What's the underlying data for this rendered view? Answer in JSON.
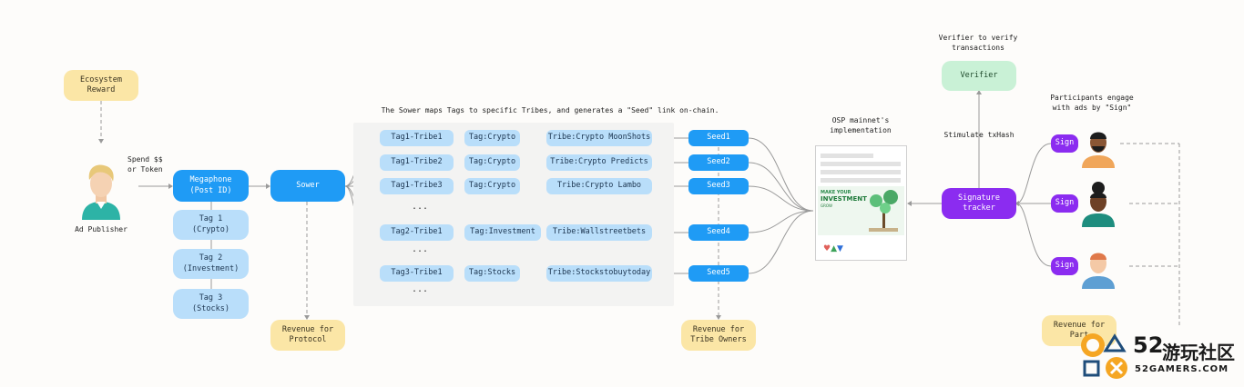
{
  "ecosystem_reward": "Ecosystem\nReward",
  "ad_publisher": "Ad Publisher",
  "spend_label": "Spend $$\nor Token",
  "megaphone": "Megaphone\n(Post ID)",
  "tags": [
    "Tag 1\n(Crypto)",
    "Tag 2\n(Investment)",
    "Tag 3\n(Stocks)"
  ],
  "sower": "Sower",
  "revenue_protocol": "Revenue for\nProtocol",
  "sower_caption": "The Sower maps Tags to specific Tribes, and generates a \"Seed\" link on-chain.",
  "mappings": [
    {
      "tribe_tag": "Tag1-Tribe1",
      "tag": "Tag:Crypto",
      "tribe": "Tribe:Crypto MoonShots",
      "seed": "Seed1"
    },
    {
      "tribe_tag": "Tag1-Tribe2",
      "tag": "Tag:Crypto",
      "tribe": "Tribe:Crypto Predicts",
      "seed": "Seed2"
    },
    {
      "tribe_tag": "Tag1-Tribe3",
      "tag": "Tag:Crypto",
      "tribe": "Tribe:Crypto Lambo",
      "seed": "Seed3"
    },
    {
      "tribe_tag": "Tag2-Tribe1",
      "tag": "Tag:Investment",
      "tribe": "Tribe:Wallstreetbets",
      "seed": "Seed4"
    },
    {
      "tribe_tag": "Tag3-Tribe1",
      "tag": "Tag:Stocks",
      "tribe": "Tribe:Stockstobuytoday",
      "seed": "Seed5"
    }
  ],
  "ellipsis": "...",
  "revenue_tribe": "Revenue for\nTribe Owners",
  "osp_caption": "OSP mainnet's\nimplementation",
  "post_text": {
    "line1": "MAKE YOUR",
    "line2": "INVESTMENT",
    "line3": "GROW"
  },
  "verifier_caption": "Verifier to verify\ntransactions",
  "verifier": "Verifier",
  "stimulate": "Stimulate txHash",
  "signature_tracker": "Signature tracker",
  "participants_caption": "Participants engage\nwith ads by \"Sign\"",
  "sign": "Sign",
  "revenue_participants": "Revenue for\nPart",
  "logo": {
    "number": "52",
    "name": "游玩社区",
    "site": "52GAMERS.COM"
  },
  "colors": {
    "yellow": "#fbe6a6",
    "blue": "#1f9bf5",
    "light_blue": "#b9defa",
    "green": "#c9f1d6",
    "purple": "#8b2cf0"
  }
}
